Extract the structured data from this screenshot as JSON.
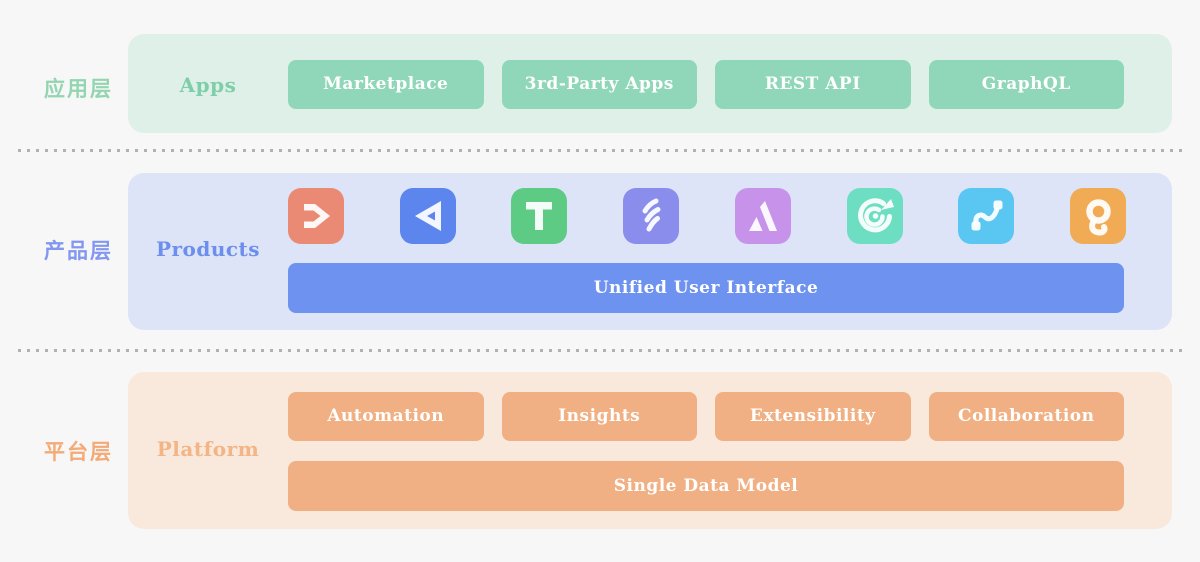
{
  "page": {
    "bg": "#f7f7f7",
    "divider_color": "#b1b1b1"
  },
  "layers": {
    "apps": {
      "side_label": "应用层",
      "side_label_color": "#93d5b1",
      "name": "Apps",
      "name_color": "#7fceaa",
      "panel_bg": "#def0e8",
      "chip_bg": "#90d7b9",
      "chips": [
        "Marketplace",
        "3rd-Party Apps",
        "REST API",
        "GraphQL"
      ]
    },
    "products": {
      "side_label": "产品层",
      "side_label_color": "#8397f0",
      "name": "Products",
      "name_color": "#6c8eec",
      "panel_bg": "#dde4f7",
      "bar_label": "Unified User Interface",
      "bar_bg": "#6d92ef",
      "icons": [
        {
          "name": "chevron-arrow-icon",
          "color": "#eb8a74"
        },
        {
          "name": "hollow-triangle-icon",
          "color": "#5c86ee"
        },
        {
          "name": "letter-t-icon",
          "color": "#5ecb85"
        },
        {
          "name": "feather-icon",
          "color": "#8b8ded"
        },
        {
          "name": "letter-a-icon",
          "color": "#c792ea"
        },
        {
          "name": "target-arrow-icon",
          "color": "#6edec3"
        },
        {
          "name": "connector-squiggle-icon",
          "color": "#59c7f2"
        },
        {
          "name": "loop-q-icon",
          "color": "#f2ab55"
        }
      ]
    },
    "platform": {
      "side_label": "平台层",
      "side_label_color": "#f4aa76",
      "name": "Platform",
      "name_color": "#f3b486",
      "panel_bg": "#f8e9dc",
      "chip_bg": "#f1b083",
      "chips": [
        "Automation",
        "Insights",
        "Extensibility",
        "Collaboration"
      ],
      "bar_label": "Single Data Model",
      "bar_bg": "#f1b083"
    }
  }
}
